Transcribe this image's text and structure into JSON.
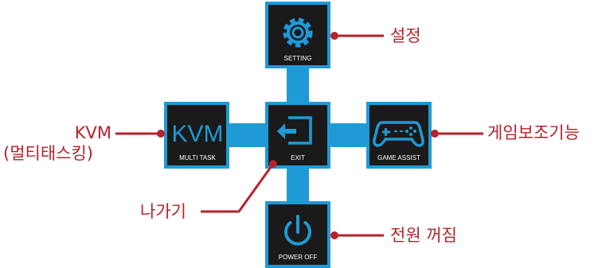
{
  "colors": {
    "cross": "#1f9ad6",
    "tile_border": "#1f9ad6",
    "tile_fill": "#1a1a1a",
    "icon": "#1f9ad6",
    "callout": "#b7222b"
  },
  "tiles": {
    "setting": {
      "label": "SETTING",
      "icon": "gear-icon"
    },
    "multitask": {
      "label": "MULTI TASK",
      "glyph": "KVM"
    },
    "exit": {
      "label": "EXIT",
      "icon": "exit-icon"
    },
    "game_assist": {
      "label": "GAME ASSIST",
      "icon": "gamepad-icon"
    },
    "power_off": {
      "label": "POWER OFF",
      "icon": "power-icon"
    }
  },
  "callouts": {
    "setting": "설정",
    "kvm_line1": "KVM",
    "kvm_line2": "(멀티태스킹)",
    "exit": "나가기",
    "game_assist": "게임보조기능",
    "power_off": "전원 꺼짐"
  }
}
